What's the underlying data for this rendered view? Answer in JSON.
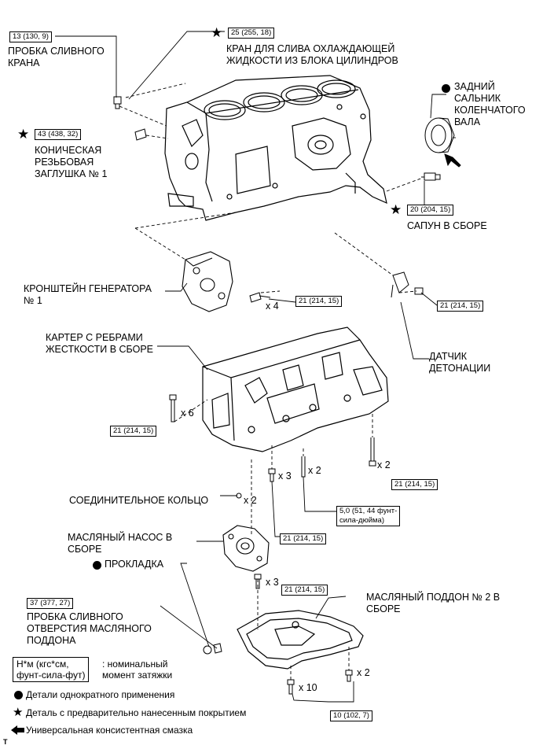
{
  "callouts": {
    "drain_plug_torque": "13 (130, 9)",
    "drain_plug_name": "ПРОБКА СЛИВНОГО\nКРАНА",
    "coolant_cock_torque": "25 (255, 18)",
    "coolant_cock_name": "КРАН ДЛЯ СЛИВА ОХЛАЖДАЮЩЕЙ\nЖИДКОСТИ ИЗ БЛОКА ЦИЛИНДРОВ",
    "rear_seal_name": "ЗАДНИЙ\nСАЛЬНИК\nКОЛЕНЧАТОГО\nВАЛА",
    "taper_plug_torque": "43 (438, 32)",
    "taper_plug_name": "КОНИЧЕСКАЯ\nРЕЗЬБОВАЯ\nЗАГЛУШКА № 1",
    "breather_torque": "20 (204, 15)",
    "breather_name": "САПУН В СБОРЕ",
    "gen_bracket_name": "КРОНШТЕЙН ГЕНЕРАТОРА\n№ 1",
    "bracket_bolt_torque": "21 (214, 15)",
    "bracket_bolt_qty": "x 4",
    "knock_sensor_torque": "21 (214, 15)",
    "knock_sensor_name": "ДАТЧИК\nДЕТОНАЦИИ",
    "stiffening_crankcase_name": "КАРТЕР С РЕБРАМИ\nЖЕСТКОСТИ В СБОРЕ",
    "crankcase_bolt_qty": "x 6",
    "crankcase_bolt_torque": "21 (214, 15)",
    "stud_qty_left": "x 3",
    "stud_qty_mid": "x 2",
    "stud_qty_right": "x 2",
    "stud_right_torque": "21 (214, 15)",
    "connecting_ring_name": "СОЕДИНИТЕЛЬНОЕ КОЛЬЦО",
    "connecting_ring_qty": "x 2",
    "mid_stud_torque": "5,0 (51, 44 фунт-\nсила-дюйма)",
    "oil_pump_name": "МАСЛЯНЫЙ НАСОС В\nСБОРЕ",
    "oil_pump_torque": "21 (214, 15)",
    "gasket_name": "ПРОКЛАДКА",
    "pump_bolt_qty": "x 3",
    "pump_bolt_torque": "21 (214, 15)",
    "oil_pan_name": "МАСЛЯНЫЙ ПОДДОН № 2 В\nСБОРЕ",
    "oil_drain_plug_torque": "37 (377, 27)",
    "oil_drain_plug_name": "ПРОБКА СЛИВНОГО\nОТВЕРСТИЯ МАСЛЯНОГО\nПОДДОНА",
    "pan_bolt_qty_right": "x 2",
    "pan_bolt_qty_left": "x 10",
    "pan_bolt_torque": "10 (102, 7)"
  },
  "legend": {
    "unit_box": "Н*м (кгс*см,\nфунт-сила-фут)",
    "unit_text": ": номинальный\nмомент затяжки",
    "non_reusable": "Детали однократного применения",
    "precoated": "Деталь с предварительно нанесенным покрытием",
    "grease": "Универсальная консистентная смазка"
  },
  "corner_mark": "T"
}
